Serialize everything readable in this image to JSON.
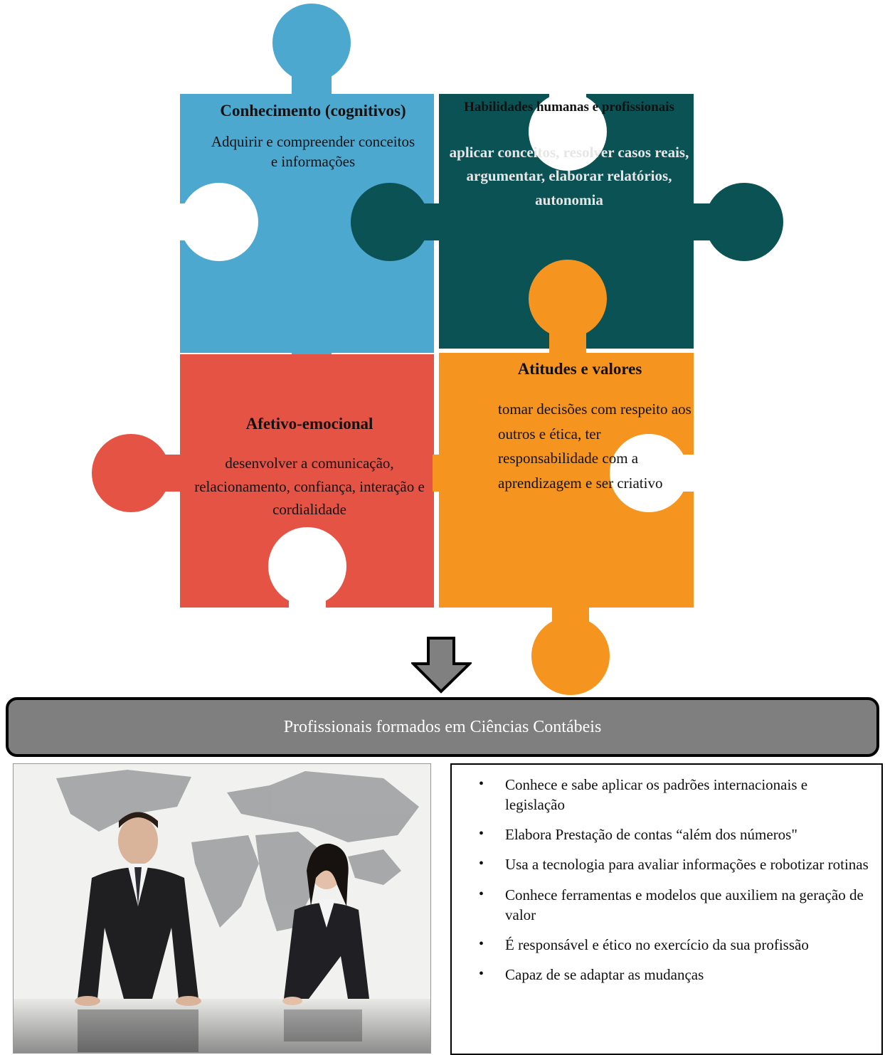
{
  "colors": {
    "blue": "#4da8d0",
    "teal": "#0b5254",
    "red": "#e55345",
    "orange": "#f5951f",
    "banner": "#7f7f7f",
    "arrow": "#808080"
  },
  "puzzle": {
    "cognitive": {
      "title": "Conhecimento (cognitivos)",
      "body": "Adquirir e compreender conceitos e informações"
    },
    "skills": {
      "title": "Habilidades humanas e profissionais",
      "body": "aplicar conceitos, resolver casos reais, argumentar, elaborar relatórios, autonomia"
    },
    "affective": {
      "title": "Afetivo-emocional",
      "body": "desenvolver a comunicação, relacionamento, confiança, interação e cordialidade"
    },
    "attitudes": {
      "title": "Atitudes e valores",
      "body": "tomar decisões com respeito aos outros e ética, ter responsabilidade com a aprendizagem e ser criativo"
    }
  },
  "banner": {
    "text": "Profissionais formados em Ciências Contábeis"
  },
  "traits": [
    "Conhece e sabe aplicar os padrões internacionais e legislação",
    "Elabora Prestação de contas “além dos números\"",
    "Usa a tecnologia para avaliar informações e robotizar rotinas",
    "Conhece ferramentas e modelos que auxiliem na geração de valor",
    "É responsável e ético no exercício da sua profissão",
    "Capaz de se adaptar as mudanças"
  ]
}
